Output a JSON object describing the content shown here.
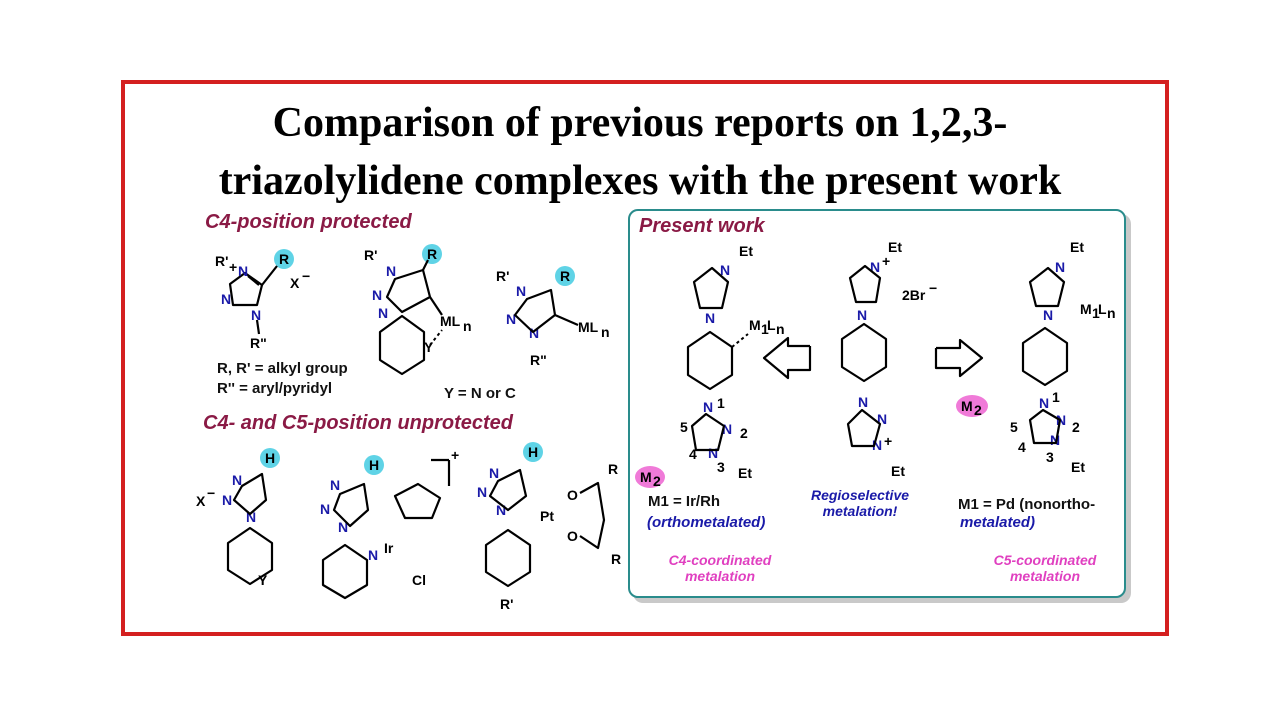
{
  "title": {
    "line1": "Comparison of previous reports on 1,2,3-",
    "line2": "triazolylidene complexes with the present work"
  },
  "sections": {
    "c4_protected": "C4-position protected",
    "c4_c5_unprotected": "C4- and C5-position unprotected",
    "present_work": "Present work"
  },
  "legends": {
    "r_def": "R, R' = alkyl group",
    "r2_def": "R'' = aryl/pyridyl",
    "y_def": "Y = N or C"
  },
  "present": {
    "left_metal": "M1 = Ir/Rh",
    "left_note": "(orthometalated)",
    "middle_note_1": "Regioselective",
    "middle_note_2": "metalation!",
    "right_metal": "M1 = Pd (nonortho-",
    "right_note": "metalated)",
    "left_coord_1": "C4-coordinated",
    "left_coord_2": "metalation",
    "right_coord_1": "C5-coordinated",
    "right_coord_2": "metalation"
  },
  "colors": {
    "frame": "#d42020",
    "section_header": "#8a1a45",
    "highlight_cyan": "#5fd3e6",
    "highlight_magenta": "#f07ad8",
    "box_border": "#2a8c8c",
    "atom_blue": "#1a1aa8"
  }
}
